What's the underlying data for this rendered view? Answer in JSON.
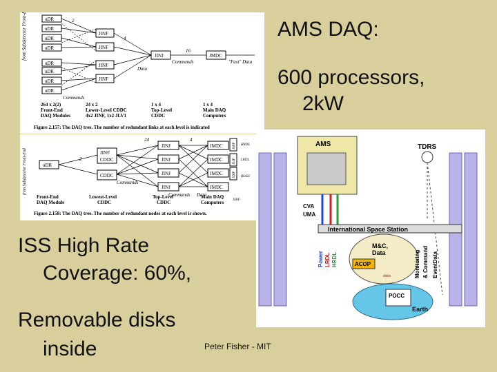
{
  "slide": {
    "title": "AMS DAQ:",
    "bullet_processors_line1": "600 processors,",
    "bullet_processors_line2": "2kW",
    "bullet_iss_line1": "ISS High Rate",
    "bullet_iss_line2": "Coverage: 60%,",
    "bullet_disks_line1": "Removable disks",
    "bullet_disks_line2": "inside",
    "footer": "Peter Fisher - MIT"
  },
  "fig157": {
    "side_label": "from Subdetector Front-Ends",
    "node_udr": "uDR",
    "node_jinf": "JINF",
    "node_jinj": "JINJ",
    "node_jmdc": "JMDC",
    "col1_line1": "264 x 2(2)",
    "col1_line2": "Front-End",
    "col1_line3": "DAQ Modules",
    "col2_line1": "24 x 2",
    "col2_line2": "Lower-Level CDDC",
    "col2_line3": "4x2 JINF, 1x2 JLV1",
    "col3_line1": "1 x 4",
    "col3_line2": "Top-Level",
    "col3_line3": "CDDC",
    "col4_line1": "1 x 4",
    "col4_line2": "Main DAQ",
    "col4_line3": "Computers",
    "data_label": "Data",
    "commands_label": "Commands",
    "commands_label2": "Commands",
    "fast_data": "\"Fast\" Data",
    "num_16": "16",
    "num_2": "2",
    "num_4": "4",
    "caption": "Figure 2.157: The DAQ tree. The number of redundant links at each level is indicated"
  },
  "fig158": {
    "side_label": "from Subdetector Front-End",
    "node_udr": "uDR",
    "node_jinf": "JINF",
    "node_cddc": "CDDC",
    "node_jinj": "JINJ",
    "node_jmdc": "JMDC",
    "hrdl": "HRDL",
    "lrdl": "LRDL",
    "rs422": "RS422",
    "jhif": "JHIF",
    "jlif": "JLIF",
    "jdif": "JDIF",
    "num_24": "24",
    "num_4": "4",
    "num_2": "2",
    "commands": "Commands",
    "data": "Data",
    "col1_line1": "Front-End",
    "col1_line2": "DAQ Module",
    "col2_line1": "Lowest-Level",
    "col2_line2": "CDDC",
    "col3_line1": "Top-Level",
    "col3_line2": "CDDC",
    "col4_line1": "Main DAQ",
    "col4_line2": "Computers",
    "caption": "Figure 2.158: The DAQ tree. The number of redundant nodes at each level is shown."
  },
  "iss": {
    "ams": "AMS",
    "tdrs": "TDRS",
    "cva": "CVA",
    "uma": "UMA",
    "station": "International Space Station",
    "power": "Power",
    "lrdl": "LRDL",
    "hrdl": "HRDL",
    "mc": "M&C,",
    "mc_data": "Data",
    "acop": "ACOP",
    "monitoring": "Monitoring",
    "command": "& Command",
    "eventdata": "EventData",
    "pocc": "POCC",
    "earth": "Earth",
    "disks": "disks",
    "colors": {
      "power": "#2244dd",
      "lrdl": "#cc1f1f",
      "hrdl": "#2b9a3a",
      "earth": "#66c6e8",
      "acop": "#f2b400"
    }
  }
}
